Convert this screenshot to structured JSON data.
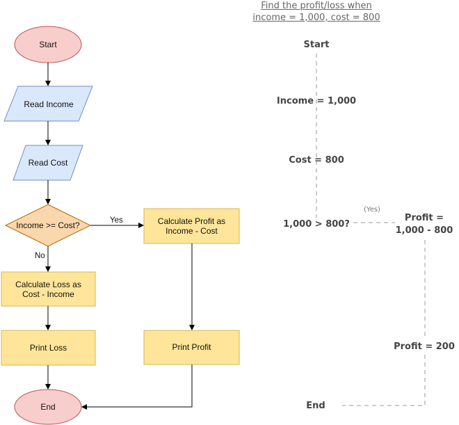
{
  "flowchart": {
    "start": "Start",
    "read_income": "Read Income",
    "read_cost": "Read Cost",
    "decision": "Income >= Cost?",
    "yes_label": "Yes",
    "no_label": "No",
    "calc_profit": "Calculate Profit as Income - Cost",
    "calc_loss": "Calculate Loss as Cost - Income",
    "print_loss": "Print Loss",
    "print_profit": "Print Profit",
    "end": "End"
  },
  "trace": {
    "title_line1": "Find the profit/loss when",
    "title_line2": "income = 1,000, cost = 800",
    "start": "Start",
    "income": "Income = 1,000",
    "cost": "Cost = 800",
    "compare": "1,000 > 800?",
    "yes_label": "(Yes)",
    "profit_line1": "Profit =",
    "profit_line2": "1,000 - 800",
    "profit_result": "Profit = 200",
    "end": "End"
  },
  "colors": {
    "terminal": "#f8cecc",
    "io": "#dae8fc",
    "decision": "#fad7ac",
    "process": "#ffe599",
    "dashed": "#999999"
  }
}
